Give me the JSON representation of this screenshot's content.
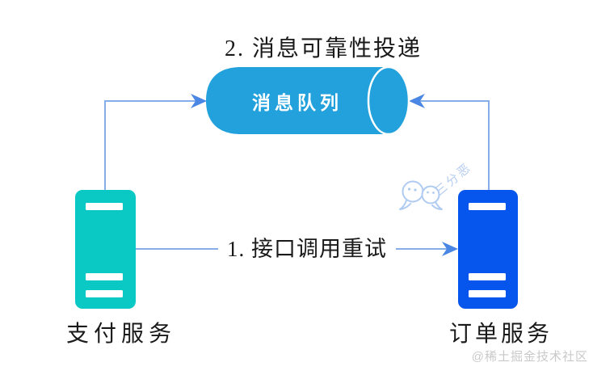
{
  "title": "2. 消息可靠性投递",
  "message_queue": {
    "label": "消息队列"
  },
  "services": {
    "payment": {
      "label": "支付服务"
    },
    "order": {
      "label": "订单服务"
    }
  },
  "connections": {
    "retry": {
      "label": "1. 接口调用重试"
    }
  },
  "watermarks": {
    "author": "三分恶",
    "author_icon": "wechat-chat-bubbles-icon",
    "community": "@稀土掘金技术社区"
  },
  "colors": {
    "queue_fill": "#23A1DC",
    "payment_fill": "#0AC8C4",
    "order_fill": "#0655EC",
    "connector_line": "#85ADEA",
    "arrowhead": "#4A86E4",
    "text": "#1A1A1A",
    "watermark_blue": "#AFCBF2",
    "watermark_gray": "#C9C9C9",
    "background": "#FFFFFF"
  }
}
